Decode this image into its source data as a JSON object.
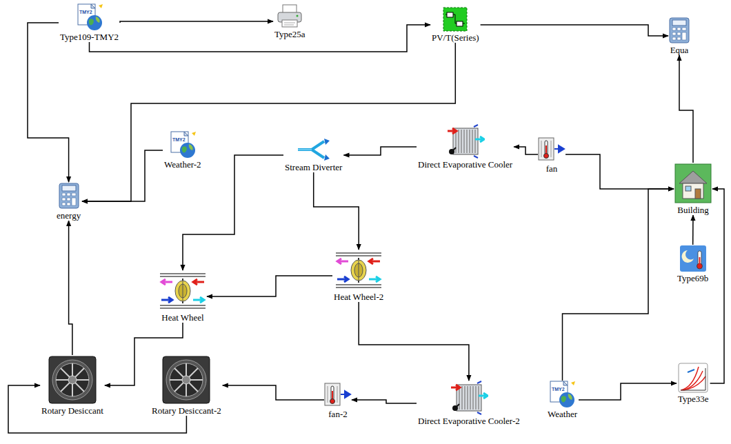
{
  "diagram": {
    "nodes": [
      {
        "text": [
          "Type109-TMY2"
        ]
      },
      {
        "text": [
          "Type25a"
        ]
      },
      {
        "text": [
          "PV/T(Series)"
        ]
      },
      {
        "text": [
          "Equa"
        ]
      },
      {
        "text": [
          "Weather-2"
        ]
      },
      {
        "text": [
          "Stream Diverter"
        ]
      },
      {
        "text": [
          "Direct Evaporative Cooler"
        ]
      },
      {
        "text": [
          "fan"
        ]
      },
      {
        "text": [
          "Building"
        ]
      },
      {
        "text": [
          "energy"
        ]
      },
      {
        "text": [
          "Type69b"
        ]
      },
      {
        "text": [
          "Heat Wheel"
        ]
      },
      {
        "text": [
          "Heat Wheel-2"
        ]
      },
      {
        "text": [
          "Rotary Desiccant"
        ]
      },
      {
        "text": [
          "Rotary Desiccant-2"
        ]
      },
      {
        "text": [
          "fan-2"
        ]
      },
      {
        "text": [
          "Direct Evaporative Cooler-2"
        ]
      },
      {
        "text": [
          "Weather"
        ]
      },
      {
        "text": [
          "Type33e"
        ]
      }
    ],
    "edges": [
      {
        "from": 0,
        "to": 1,
        "arrow": "to"
      },
      {
        "from": 0,
        "to": 2,
        "arrow": "to"
      },
      {
        "from": 0,
        "to": 9,
        "arrow": "to"
      },
      {
        "from": 2,
        "to": 3,
        "arrow": "to"
      },
      {
        "from": 2,
        "to": 9,
        "arrow": "to"
      },
      {
        "from": 7,
        "to": 6,
        "arrow": "to"
      },
      {
        "from": 6,
        "to": 5,
        "arrow": "to"
      },
      {
        "from": 4,
        "to": 9,
        "arrow": "to"
      },
      {
        "from": 5,
        "to": 12,
        "arrow": "to"
      },
      {
        "from": 5,
        "to": 11,
        "arrow": "to"
      },
      {
        "from": 11,
        "to": 13,
        "arrow": "to"
      },
      {
        "from": 13,
        "to": 9,
        "arrow": "to"
      },
      {
        "from": 14,
        "to": 13,
        "arrow": "to"
      },
      {
        "from": 15,
        "to": 14,
        "arrow": "to"
      },
      {
        "from": 16,
        "to": 15,
        "arrow": "to"
      },
      {
        "from": 12,
        "to": 16,
        "arrow": "to"
      },
      {
        "from": 17,
        "to": 8,
        "arrow": "to"
      },
      {
        "from": 17,
        "to": 18,
        "arrow": "to"
      },
      {
        "from": 18,
        "to": 8,
        "arrow": "to"
      },
      {
        "from": 10,
        "to": 8,
        "arrow": "to"
      },
      {
        "from": 7,
        "to": 8,
        "arrow": "to"
      },
      {
        "from": 8,
        "to": 3,
        "arrow": "to"
      },
      {
        "from": 12,
        "to": 11,
        "arrow": "to"
      }
    ],
    "labels": [
      "TMY2",
      "TMY2",
      "TMY2"
    ]
  }
}
